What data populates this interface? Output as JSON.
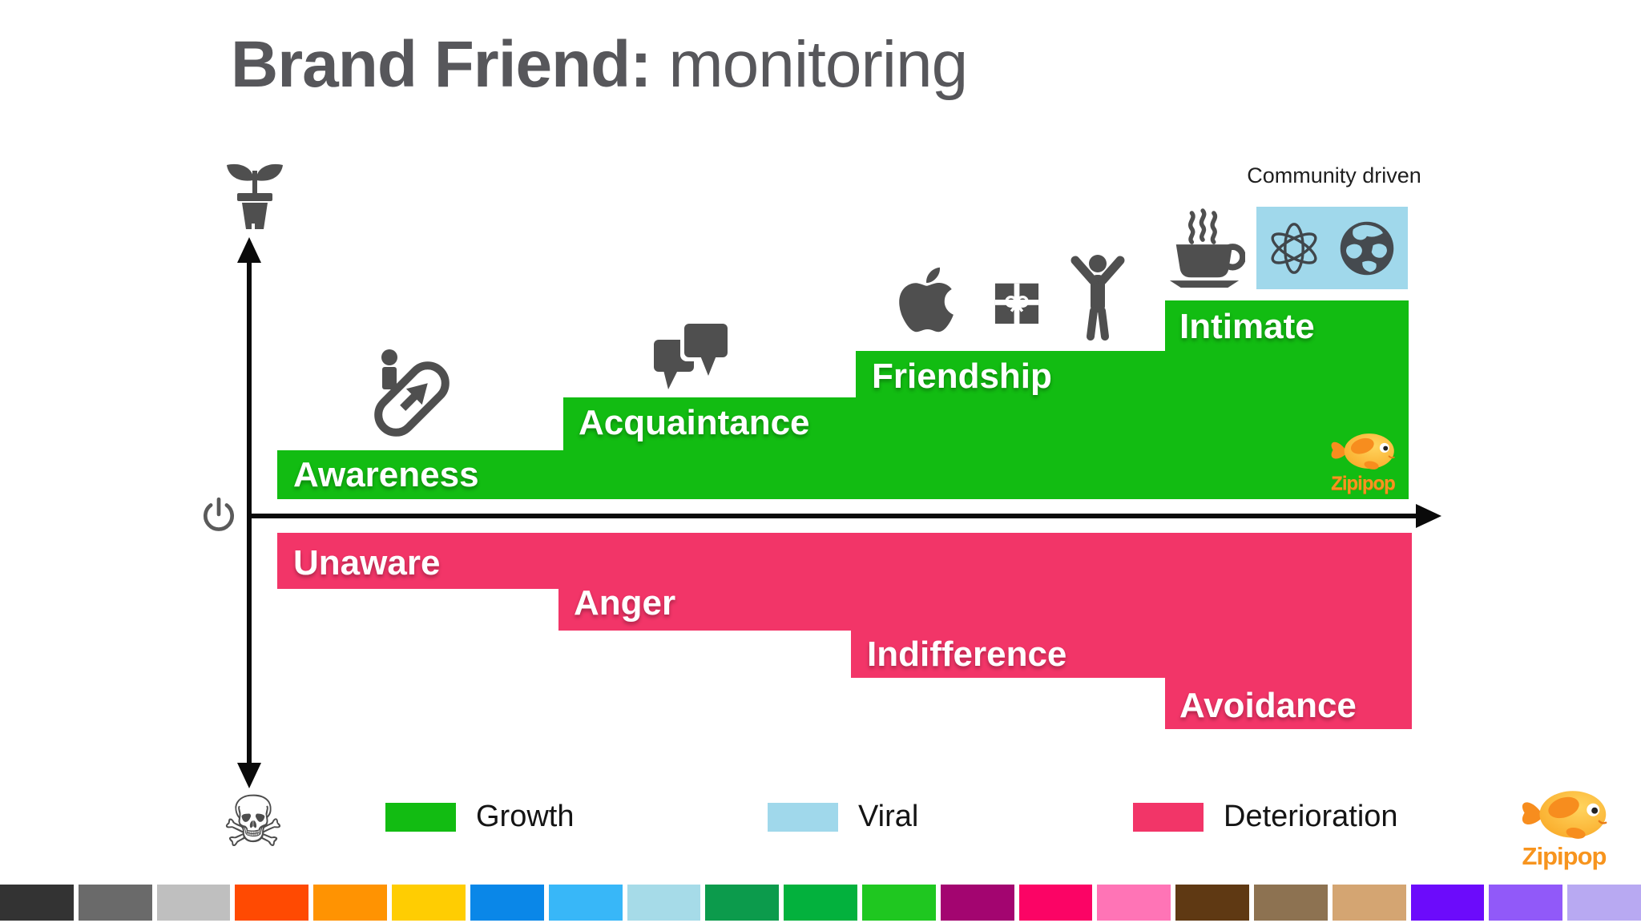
{
  "slide": {
    "title_bold": "Brand Friend:",
    "title_regular": " monitoring",
    "community_label": "Community driven"
  },
  "steps": {
    "green": [
      {
        "label": "Awareness"
      },
      {
        "label": "Acquaintance"
      },
      {
        "label": "Friendship"
      },
      {
        "label": "Intimate"
      }
    ],
    "pink": [
      {
        "label": "Unaware"
      },
      {
        "label": "Anger"
      },
      {
        "label": "Indifference"
      },
      {
        "label": "Avoidance"
      }
    ]
  },
  "legend": [
    {
      "label": "Growth",
      "color": "#12BC12"
    },
    {
      "label": "Viral",
      "color": "#A0D8EB"
    },
    {
      "label": "Deterioration",
      "color": "#F23568"
    }
  ],
  "brand": {
    "logo_text": "Zipipop",
    "logo_color": "#F7941E"
  },
  "icons": {
    "axis_top": "plant-pot-icon",
    "axis_origin": "power-icon",
    "axis_bottom": "skull-crossbones-icon",
    "awareness": "escalator-up-icon",
    "acquaintance": "chat-bubbles-icon",
    "friendship": [
      "apple-logo-icon",
      "gift-icon",
      "person-arms-raised-icon"
    ],
    "intimate": [
      "coffee-cup-icon",
      "atom-icon",
      "globe-icon"
    ]
  },
  "colors": {
    "growth_green": "#12BC12",
    "deterioration_pink": "#F23568",
    "viral_blue": "#A0D8EB",
    "title_gray": "#57575B",
    "icon_gray": "#4F4F4F",
    "axis_black": "#0a0a0a"
  },
  "palette_strip": [
    "#333333",
    "#6A6A6A",
    "#BFBFBF",
    "#FF4A02",
    "#FF9302",
    "#FFCD02",
    "#0A87E8",
    "#38B7F8",
    "#A6DBE8",
    "#0C9B4C",
    "#03B13D",
    "#1FC720",
    "#A30570",
    "#FB0465",
    "#FF74B6",
    "#5F3913",
    "#8D7251",
    "#D4A572",
    "#6C0BFB",
    "#9159F9",
    "#B8A9F2"
  ]
}
